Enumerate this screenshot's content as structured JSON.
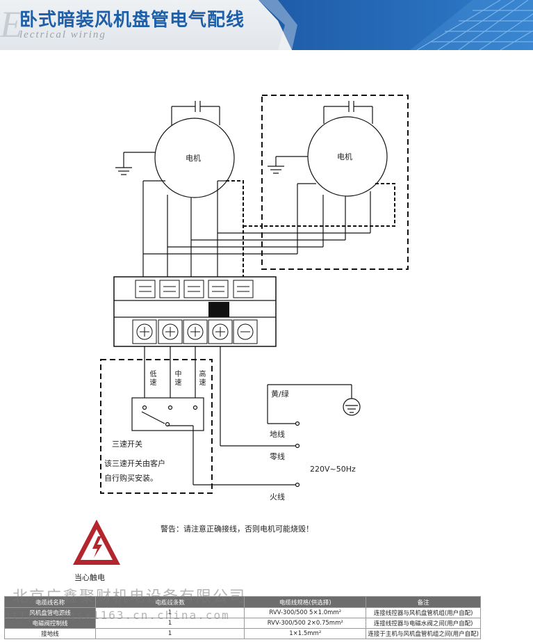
{
  "header": {
    "title": "卧式暗装风机盘管电气配线",
    "letter": "E",
    "subtitle": "lectrical wiring"
  },
  "diagram": {
    "motor_left": "电机",
    "motor_right": "电机",
    "speed_low": "低速",
    "speed_mid": "中速",
    "speed_high": "高速",
    "three_speed_switch": "三速开关",
    "switch_note_1": "该三速开关由客户",
    "switch_note_2": "自行购买安装。",
    "yellow_green": "黄/绿",
    "ground_wire": "地线",
    "neutral_wire": "零线",
    "voltage": "220V~50Hz",
    "live_wire": "火线"
  },
  "warning": {
    "text": "警告：请注意正确接线，否则电机可能烧毁！",
    "caution": "当心触电"
  },
  "watermark": {
    "company": "北京广鑫聚财机电设备有限公司",
    "url": "http://tqsx1163.cn.china.com"
  },
  "table": {
    "headers": [
      "电缆线名称",
      "电缆线条数",
      "电缆线规格(供选择)",
      "备注"
    ],
    "rows": [
      [
        "风机盘管电源线",
        "1",
        "RVV-300/500 5×1.0mm²",
        "连接线控器与风机盘管机组(用户自配)"
      ],
      [
        "电磁阀控制线",
        "1",
        "RVV-300/500 2×0.75mm²",
        "连接线控器与电磁水阀之间(用户自配)"
      ],
      [
        "接地线",
        "1",
        "1×1.5mm²",
        "连接于主机与风机盘管机组之间(用户自配)"
      ]
    ]
  },
  "colors": {
    "banner_blue": "#1f5fa8",
    "warning_red": "#b3262d"
  }
}
